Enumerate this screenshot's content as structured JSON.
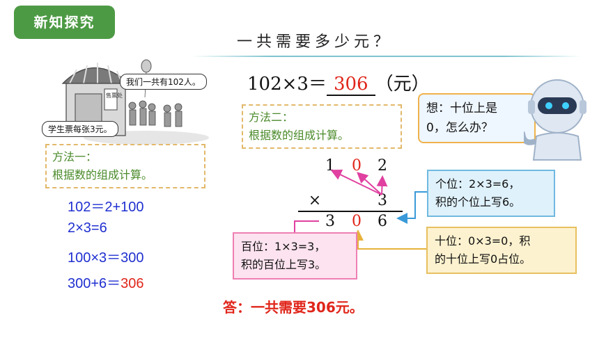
{
  "header": {
    "badge": "新知探究"
  },
  "question": "一共需要多少元？",
  "equation": {
    "expression": "102×3＝",
    "answer": "306",
    "unit": "（元）"
  },
  "illustration": {
    "speech_top": "我们一共有102人。",
    "speech_bottom": "学生票每张3元。",
    "sign": "售票处"
  },
  "method1": {
    "title": "方法一：",
    "text": "根据数的组成计算。"
  },
  "method2": {
    "title": "方法二：",
    "text": "根据数的组成计算。"
  },
  "steps": [
    {
      "text": "102＝2+100"
    },
    {
      "text": "2×3=6"
    },
    {
      "text": "100×3＝300"
    },
    {
      "prefix": "300+6＝",
      "result": "306"
    }
  ],
  "vertical": {
    "top": [
      "1",
      "0",
      "2"
    ],
    "operator": "×",
    "multiplier": "3",
    "result": [
      "3",
      "0",
      "6"
    ],
    "highlight_color": "#e0261b"
  },
  "notes": {
    "ones": [
      "个位：2×3=6，",
      "积的个位上写6。"
    ],
    "tens": [
      "十位：0×3=0，积",
      "的十位上写0占位。"
    ],
    "hundreds": [
      "百位：1×3=3，",
      "积的百位上写3。"
    ]
  },
  "robot_bubble": [
    "想：十位上是",
    "0，怎么办？"
  ],
  "answer": "答：一共需要306元。",
  "colors": {
    "green": "#4d9a44",
    "red": "#e0261b",
    "blue": "#1f2fd0",
    "pink": "#e040a0"
  }
}
